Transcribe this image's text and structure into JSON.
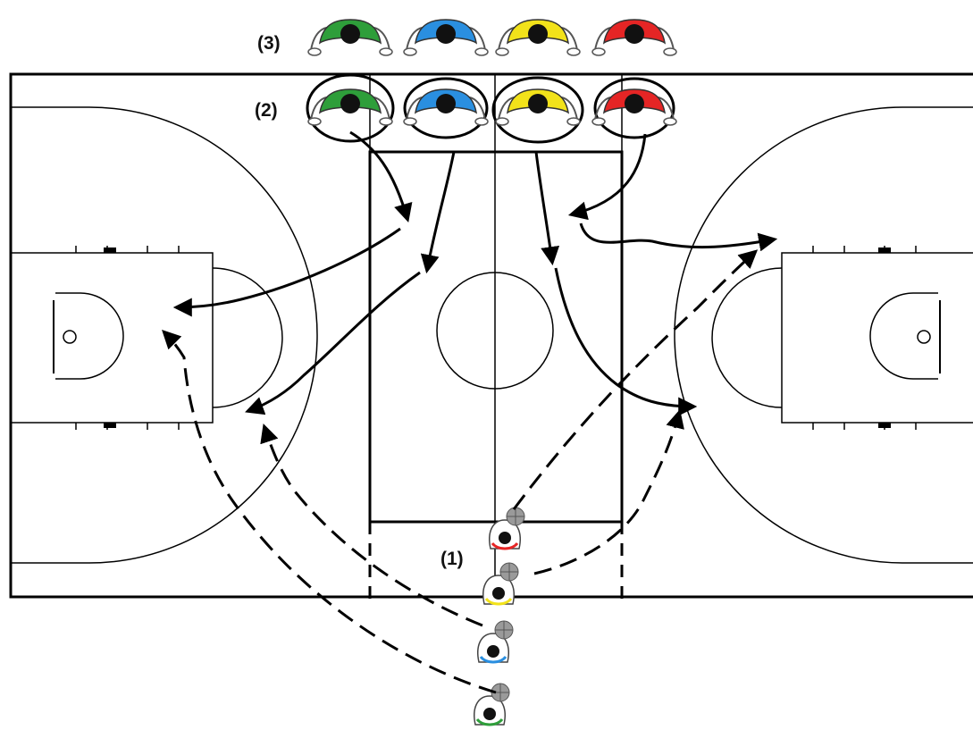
{
  "labels": {
    "group_1": "(1)",
    "group_2": "(2)",
    "group_3": "(3)"
  },
  "colors": {
    "court_line": "#000000",
    "background": "#ffffff",
    "green": "#2e9e3a",
    "blue": "#2a8fe0",
    "yellow": "#f2e21a",
    "red": "#e52525",
    "ball": "#9a9a9a"
  },
  "players": {
    "row_3": [
      "green",
      "blue",
      "yellow",
      "red"
    ],
    "row_2": [
      "green",
      "blue",
      "yellow",
      "red"
    ],
    "row_1": [
      "red",
      "yellow",
      "blue",
      "green"
    ]
  },
  "icons": {
    "player": "player-top-view-icon",
    "ball": "basketball-icon"
  }
}
